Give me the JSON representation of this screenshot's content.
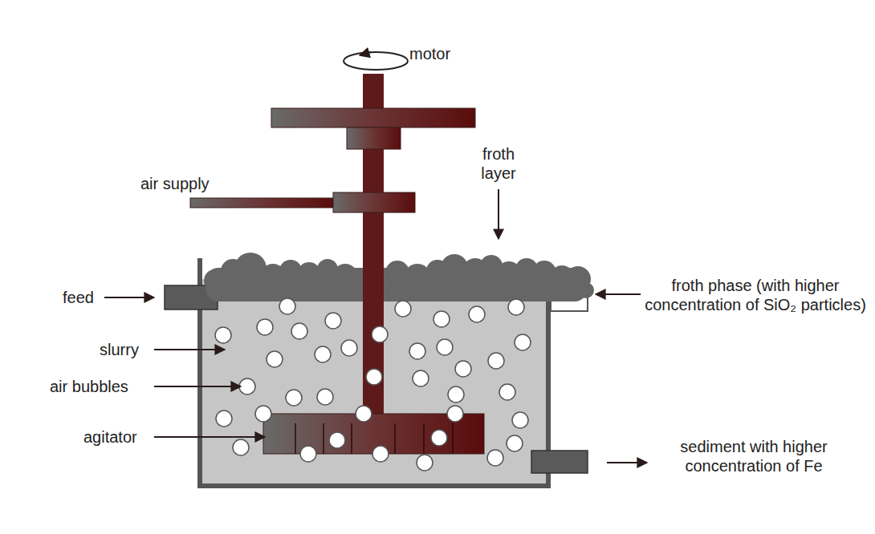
{
  "diagram": {
    "labels": [
      "motor",
      "froth layer",
      "air supply",
      "feed",
      "slurry",
      "air bubbles",
      "agitator",
      "froth phase (with higher concentration of SiO₂ particles)",
      "sediment with higher concentration of Fe"
    ]
  }
}
